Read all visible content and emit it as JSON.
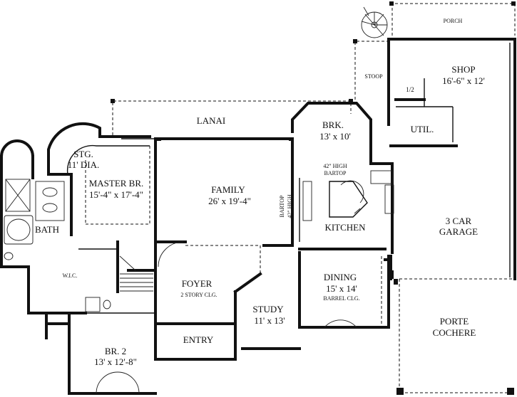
{
  "rooms": {
    "porch": "PORCH",
    "stoop": "STOOP",
    "shop_name": "SHOP",
    "shop_dim": "16'-6\" x 12'",
    "half_bath": "1/2",
    "util": "UTIL.",
    "lanai": "LANAI",
    "brk_name": "BRK.",
    "brk_dim": "13' x 10'",
    "stg_name": "STG.",
    "stg_dim": "11' DIA.",
    "master_name": "MASTER BR.",
    "master_dim": "15'-4\" x 17'-4\"",
    "family_name": "FAMILY",
    "family_dim": "26' x 19'-4\"",
    "bartop_line1": "42\" HIGH",
    "bartop_line2": "BARTOP",
    "side_bartop_line1": "BARTOP",
    "side_bartop_line2": "42\" HIGH",
    "kitchen": "KITCHEN",
    "garage_line1": "3 CAR",
    "garage_line2": "GARAGE",
    "bath": "BATH",
    "wic": "W.I.C.",
    "foyer_name": "FOYER",
    "foyer_note": "2 STORY CLG.",
    "dining_name": "DINING",
    "dining_dim": "15' x 14'",
    "dining_note": "BARREL CLG.",
    "study_name": "STUDY",
    "study_dim": "11' x 13'",
    "porte_line1": "PORTE",
    "porte_line2": "COCHERE",
    "entry": "ENTRY",
    "br2_name": "BR. 2",
    "br2_dim": "13' x 12'-8\""
  }
}
